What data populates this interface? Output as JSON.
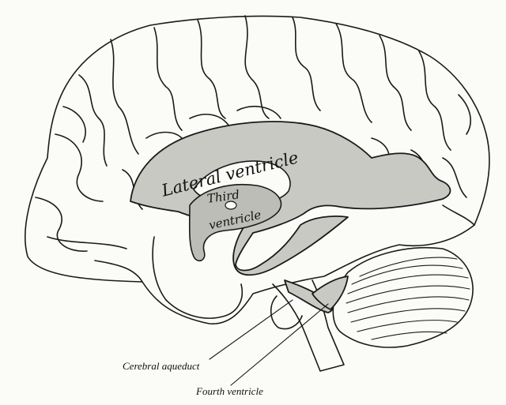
{
  "labels": {
    "lateral_ventricle": "Lateral ventricle",
    "third_ventricle_line1": "Third",
    "third_ventricle_line2": "ventricle",
    "cerebral_aqueduct": "Cerebral aqueduct",
    "fourth_ventricle": "Fourth ventricle"
  },
  "colors": {
    "ink": "#1a1a1a",
    "ventricle_fill": "#c9c9c4",
    "background": "#fbfbf8"
  }
}
